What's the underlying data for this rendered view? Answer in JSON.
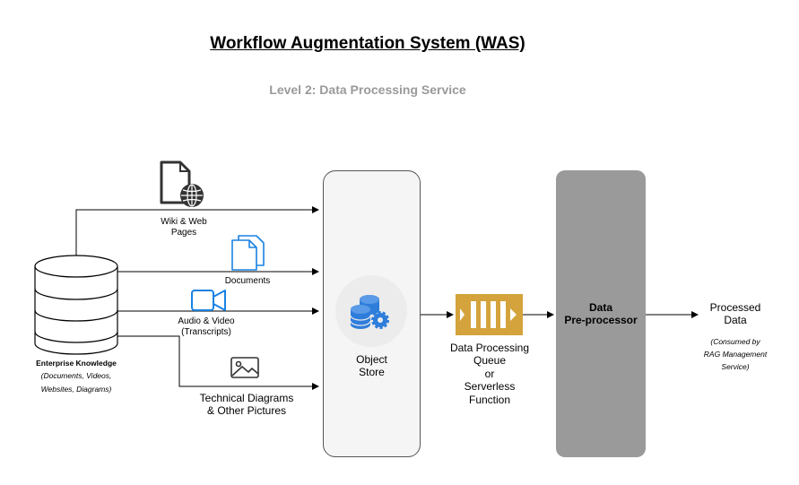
{
  "header": {
    "title": "Workflow Augmentation System (WAS)",
    "subtitle": "Level 2: Data Processing Service"
  },
  "source": {
    "title": "Enterprise Knowledge",
    "detail_line1": "(Documents, Videos,",
    "detail_line2": "Websites, Diagrams)"
  },
  "inputs": [
    {
      "line1": "Wiki & Web",
      "line2": "Pages",
      "icon": "web-page-icon"
    },
    {
      "line1": "Documents",
      "line2": "",
      "icon": "documents-icon"
    },
    {
      "line1": "Audio & Video",
      "line2": "(Transcripts)",
      "icon": "video-camera-icon"
    },
    {
      "line1": "Technical Diagrams",
      "line2": "& Other Pictures",
      "icon": "image-icon"
    }
  ],
  "object_store": {
    "line1": "Object",
    "line2": "Store",
    "icon": "database-gear-icon"
  },
  "queue": {
    "line1": "Data Processing",
    "line2": "Queue",
    "line3": "or",
    "line4": "Serverless",
    "line5": "Function",
    "icon": "queue-icon"
  },
  "preprocessor": {
    "line1": "Data",
    "line2": "Pre-processor"
  },
  "output": {
    "line1": "Processed",
    "line2": "Data",
    "note1": "(Consumed by",
    "note2": "RAG Management",
    "note3": "Service)"
  },
  "colors": {
    "object_store_icon_bg": "#ececec",
    "object_store_icon_blue": "#2f7ddb",
    "queue_gold": "#d4a33c",
    "document_blue": "#1a82e2",
    "preprocessor_gray": "#9a9a9a",
    "icon_gray": "#333333"
  }
}
